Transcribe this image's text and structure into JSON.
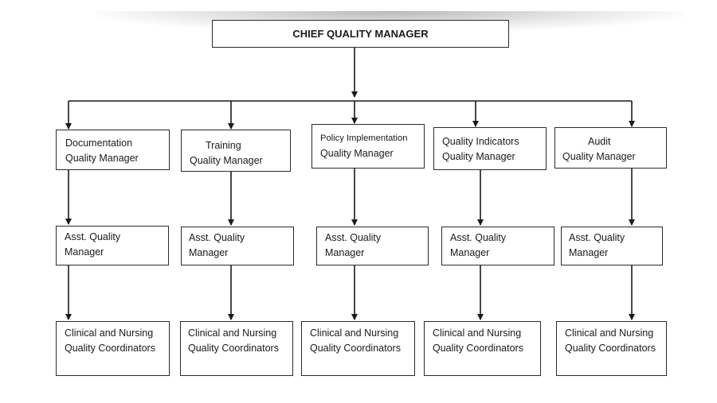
{
  "chief": {
    "label": "CHIEF QUALITY MANAGER"
  },
  "departments": [
    {
      "manager": [
        "Documentation",
        "Quality Manager"
      ],
      "assistant": [
        "Asst. Quality",
        "Manager"
      ],
      "coordinators": [
        "Clinical and Nursing",
        "Quality Coordinators"
      ]
    },
    {
      "manager": [
        "Training",
        "Quality Manager"
      ],
      "assistant": [
        "Asst. Quality",
        "Manager"
      ],
      "coordinators": [
        "Clinical and Nursing",
        "Quality Coordinators"
      ]
    },
    {
      "manager": [
        "Policy Implementation",
        "Quality Manager"
      ],
      "assistant": [
        "Asst. Quality",
        "Manager"
      ],
      "coordinators": [
        "Clinical and Nursing",
        "Quality Coordinators"
      ]
    },
    {
      "manager": [
        "Quality Indicators",
        "Quality Manager"
      ],
      "assistant": [
        "Asst. Quality",
        "Manager"
      ],
      "coordinators": [
        "Clinical and Nursing",
        "Quality Coordinators"
      ]
    },
    {
      "manager": [
        "Audit",
        "Quality Manager"
      ],
      "assistant": [
        "Asst. Quality",
        "Manager"
      ],
      "coordinators": [
        "Clinical and Nursing",
        "Quality Coordinators"
      ]
    }
  ]
}
